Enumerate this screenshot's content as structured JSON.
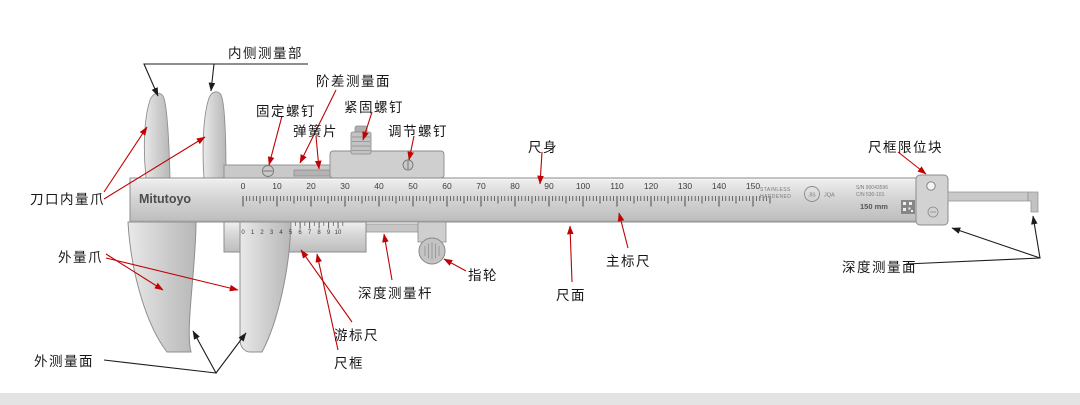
{
  "labels": {
    "inner_measuring": "内侧测量部",
    "step_face": "阶差测量面",
    "fixing_screw": "固定螺钉",
    "clamp_screw": "紧固螺钉",
    "spring_plate": "弹簧片",
    "adjust_screw": "调节螺钉",
    "beam": "尺身",
    "frame_stop": "尺框限位块",
    "knife_inside_jaws": "刀口内量爪",
    "outside_jaws": "外量爪",
    "depth_rod": "深度测量杆",
    "thumb_wheel": "指轮",
    "scale_face": "尺面",
    "main_scale": "主标尺",
    "depth_face": "深度测量面",
    "outer_face": "外测量面",
    "vernier_scale": "游标尺",
    "slider_frame": "尺框"
  },
  "caliper": {
    "brand": "Mitutoyo",
    "stainless_line1": "STAINLESS",
    "stainless_line2": "HARDENED",
    "jis_mark": "JIS",
    "jqa_mark": "JQA",
    "serial_no": "S/N 90043596",
    "code_no": "C/N 530-101",
    "range": "150 mm",
    "main_numbers": [
      "0",
      "10",
      "20",
      "30",
      "40",
      "50",
      "60",
      "70",
      "80",
      "90",
      "100",
      "110",
      "120",
      "130",
      "140",
      "150"
    ],
    "vernier_numbers": [
      "0",
      "1",
      "2",
      "3",
      "4",
      "5",
      "6",
      "7",
      "8",
      "9",
      "10"
    ]
  },
  "colors": {
    "leader_red": "#c00202",
    "leader_black": "#1c1c1c",
    "metal_light": "#efefef",
    "metal_dark": "#bfbfbf"
  }
}
